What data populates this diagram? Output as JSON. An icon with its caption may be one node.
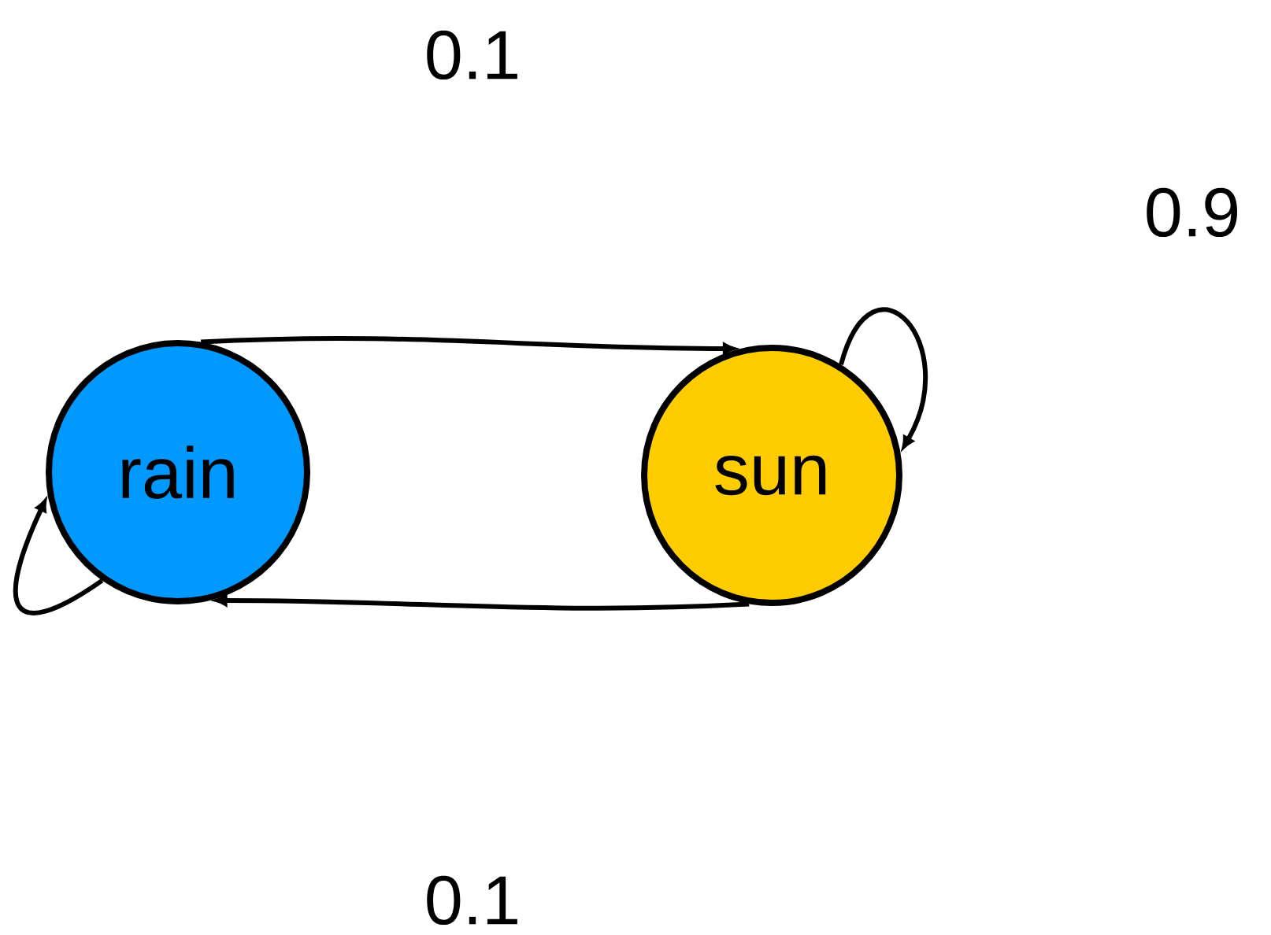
{
  "diagram": {
    "nodes": [
      {
        "text": [
          "rain"
        ]
      },
      {
        "text": [
          "sun"
        ]
      }
    ],
    "edges": [
      {
        "from": 0,
        "to": 1,
        "arrow": "to",
        "label": "0.1"
      },
      {
        "from": 1,
        "to": 1,
        "arrow": "to",
        "label": "0.9"
      },
      {
        "from": 1,
        "to": 0,
        "arrow": "to",
        "label": "0.1"
      },
      {
        "from": 0,
        "to": 0,
        "arrow": "to"
      }
    ]
  }
}
